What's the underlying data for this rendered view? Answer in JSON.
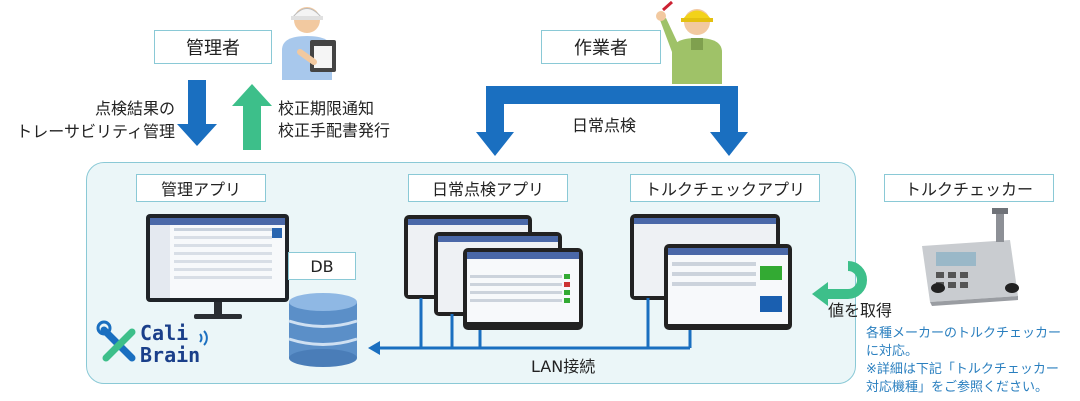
{
  "roles": {
    "manager": "管理者",
    "worker": "作業者"
  },
  "arrows": {
    "down_label_lines": [
      "点検結果の",
      "トレーサビリティ管理"
    ],
    "up_label_lines": [
      "校正期限通知",
      "校正手配書発行"
    ],
    "daily_check": "日常点検",
    "lan": "LAN接続",
    "acquire": "値を取得"
  },
  "apps": {
    "management": "管理アプリ",
    "daily": "日常点検アプリ",
    "torque_app": "トルクチェックアプリ",
    "db": "DB"
  },
  "device": {
    "label": "トルクチェッカー"
  },
  "logo": {
    "line1": "Cali",
    "line2": "Brain"
  },
  "note_lines": [
    "各種メーカーのトルクチェッカー",
    "に対応。",
    "※詳細は下記「トルクチェッカー",
    "対応機種」をご参照ください。"
  ],
  "colors": {
    "arrow_blue": "#1a6fc0",
    "arrow_green": "#3dbf8a",
    "panel_bg": "#ebf6f8",
    "panel_border": "#8ac9d6",
    "note_text": "#2a7fbf"
  }
}
